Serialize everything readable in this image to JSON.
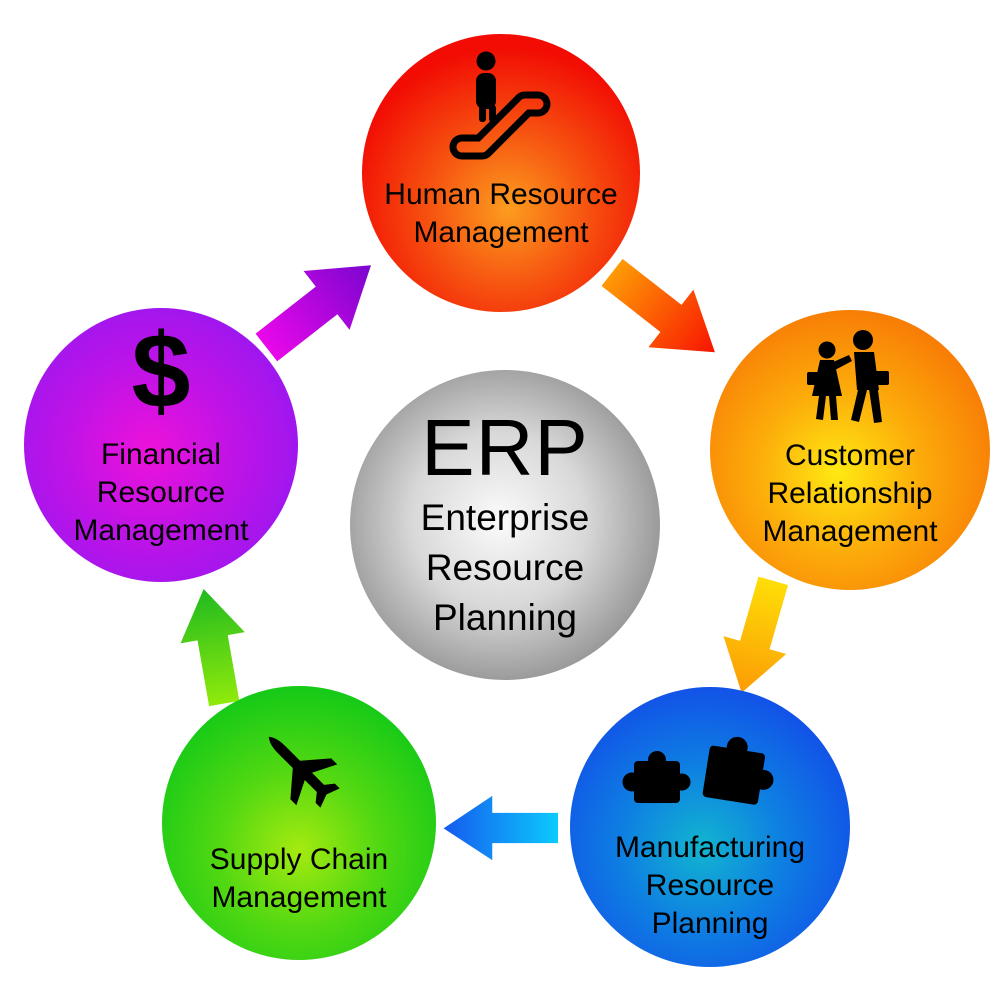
{
  "center": {
    "acronym": "ERP",
    "lines": [
      "Enterprise",
      "Resource",
      "Planning"
    ],
    "gradient": [
      "#fbfbfb",
      "#d8d8d8",
      "#8f8f8f"
    ]
  },
  "nodes": {
    "hrm": {
      "lines": [
        "Human Resource",
        "Management"
      ],
      "icon": "escalator-person-icon",
      "gradient": [
        "#fc9d1e",
        "#f65110",
        "#f20c03"
      ]
    },
    "crm": {
      "lines": [
        "Customer",
        "Relationship",
        "Management"
      ],
      "icon": "walking-customers-icon",
      "gradient": [
        "#ffe912",
        "#fcab0a",
        "#f87c06"
      ]
    },
    "mrp": {
      "lines": [
        "Manufacturing",
        "Resource",
        "Planning"
      ],
      "icon": "puzzle-pieces-icon",
      "gradient": [
        "#12b5d0",
        "#0e7ee2",
        "#1250e8"
      ]
    },
    "scm": {
      "lines": [
        "Supply Chain",
        "Management"
      ],
      "icon": "airplane-icon",
      "gradient": [
        "#a5ea10",
        "#52d812",
        "#17ca17"
      ]
    },
    "frm": {
      "lines": [
        "Financial",
        "Resource",
        "Management"
      ],
      "icon": "dollar-sign-icon",
      "glyph": "$",
      "gradient": [
        "#ee12da",
        "#c113e6",
        "#9a17f0"
      ]
    }
  },
  "arrows": {
    "frm_to_hrm": {
      "direction": "up-right",
      "from": "#e907ea",
      "to": "#7a06cf"
    },
    "hrm_to_crm": {
      "direction": "down-right",
      "from": "#fe9b05",
      "to": "#f81301"
    },
    "crm_to_mrp": {
      "direction": "down-left",
      "from": "#fede07",
      "to": "#fc9b06"
    },
    "mrp_to_scm": {
      "direction": "left",
      "from": "#0ccafc",
      "to": "#155bee"
    },
    "scm_to_frm": {
      "direction": "up-left",
      "from": "#90ea0b",
      "to": "#1fba1f"
    }
  }
}
